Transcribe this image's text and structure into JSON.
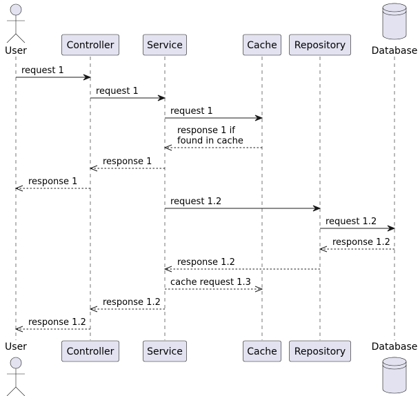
{
  "diagram": {
    "participants": [
      {
        "id": "user",
        "label": "User",
        "kind": "actor"
      },
      {
        "id": "controller",
        "label": "Controller",
        "kind": "participant"
      },
      {
        "id": "service",
        "label": "Service",
        "kind": "participant"
      },
      {
        "id": "cache",
        "label": "Cache",
        "kind": "participant"
      },
      {
        "id": "repository",
        "label": "Repository",
        "kind": "participant"
      },
      {
        "id": "database",
        "label": "Database",
        "kind": "database"
      }
    ],
    "messages": [
      {
        "from": "user",
        "to": "controller",
        "lines": [
          "request 1"
        ],
        "style": "solid"
      },
      {
        "from": "controller",
        "to": "service",
        "lines": [
          "request 1"
        ],
        "style": "solid"
      },
      {
        "from": "service",
        "to": "cache",
        "lines": [
          "request 1"
        ],
        "style": "solid"
      },
      {
        "from": "cache",
        "to": "service",
        "lines": [
          "response 1 if",
          "found in cache"
        ],
        "style": "dashed"
      },
      {
        "from": "service",
        "to": "controller",
        "lines": [
          "response 1"
        ],
        "style": "dashed"
      },
      {
        "from": "controller",
        "to": "user",
        "lines": [
          "response 1"
        ],
        "style": "dashed"
      },
      {
        "from": "service",
        "to": "repository",
        "lines": [
          "request 1.2"
        ],
        "style": "solid"
      },
      {
        "from": "repository",
        "to": "database",
        "lines": [
          "request 1.2"
        ],
        "style": "solid"
      },
      {
        "from": "database",
        "to": "repository",
        "lines": [
          "response 1.2"
        ],
        "style": "dashed"
      },
      {
        "from": "repository",
        "to": "service",
        "lines": [
          "response 1.2"
        ],
        "style": "dashed"
      },
      {
        "from": "service",
        "to": "cache",
        "lines": [
          "cache request 1.3"
        ],
        "style": "dashed"
      },
      {
        "from": "service",
        "to": "controller",
        "lines": [
          "response 1.2"
        ],
        "style": "dashed"
      },
      {
        "from": "controller",
        "to": "user",
        "lines": [
          "response 1.2"
        ],
        "style": "dashed"
      }
    ]
  }
}
